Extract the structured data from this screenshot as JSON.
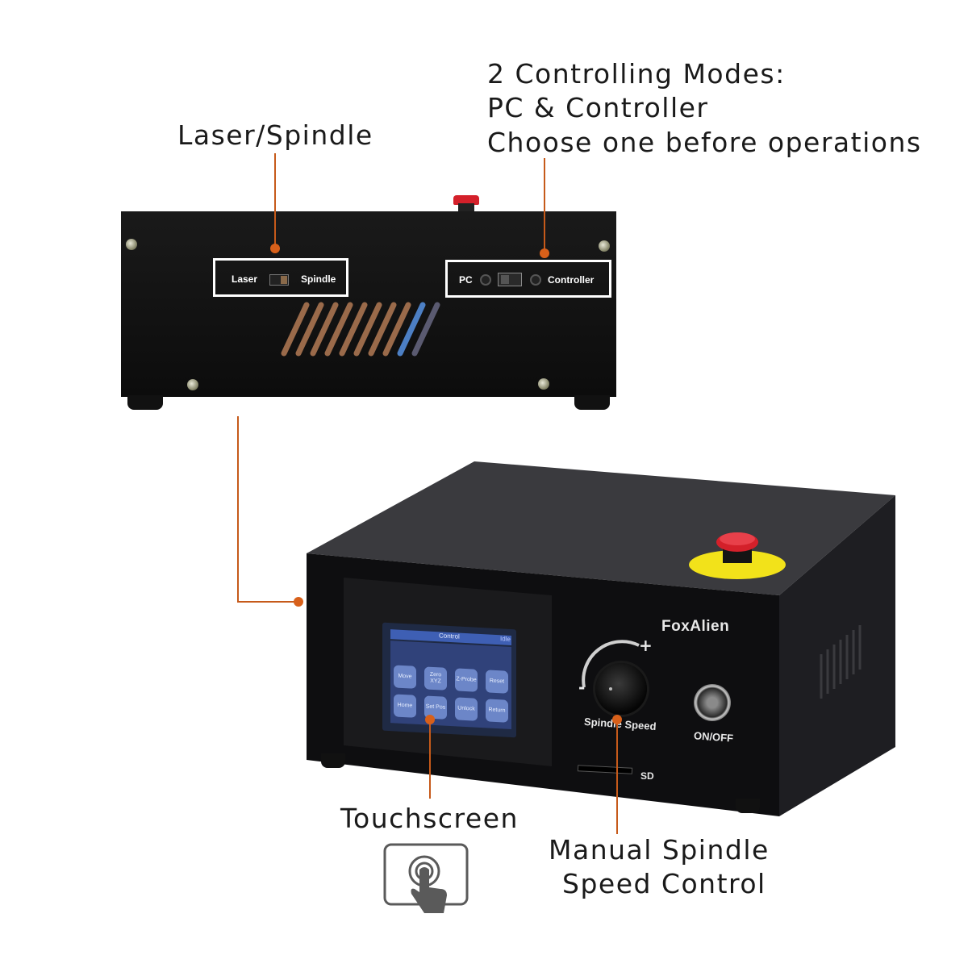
{
  "callouts": {
    "laser_spindle": "Laser/Spindle",
    "modes_line1": "2 Controlling Modes:",
    "modes_line2": "PC & Controller",
    "modes_line3": "Choose one before operations",
    "touchscreen": "Touchscreen",
    "manual_line1": "Manual Spindle",
    "manual_line2": "Speed Control"
  },
  "rear_panel": {
    "laser": "Laser",
    "spindle": "Spindle",
    "pc": "PC",
    "controller": "Controller"
  },
  "front_panel": {
    "brand": "FoxAlien",
    "knob_label": "Spindle Speed",
    "plus": "+",
    "minus": "-",
    "power": "ON/OFF",
    "sd": "SD"
  },
  "screen": {
    "title": "Control",
    "status": "Idle",
    "buttons": [
      "Move",
      "Zero XYZ",
      "Z-Probe",
      "Reset",
      "Home",
      "Set Pos",
      "Unlock",
      "Return"
    ]
  },
  "colors": {
    "accent_orange": "#c65a1a",
    "estop_red": "#d4202a",
    "estop_yellow": "#f2e21a",
    "screen_blue": "#3e5fb4"
  },
  "icons": [
    "touch-icon",
    "emergency-stop-icon"
  ]
}
